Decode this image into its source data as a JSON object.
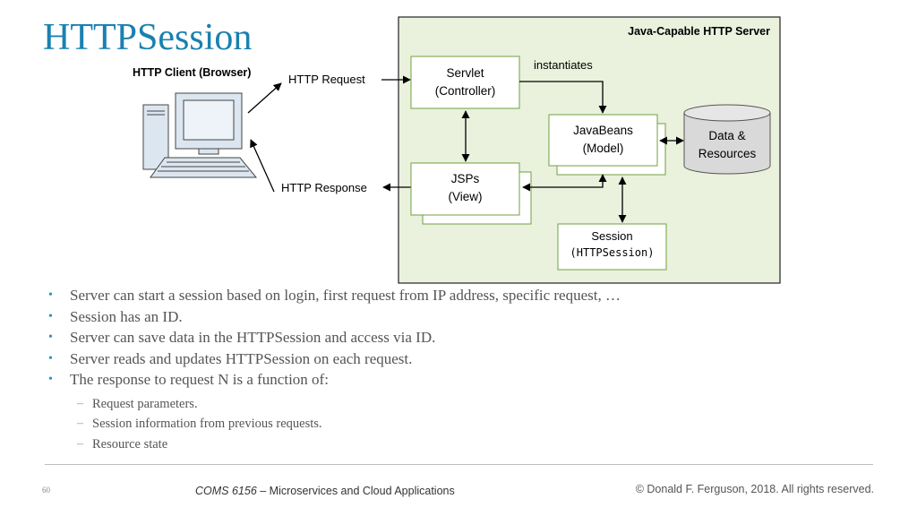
{
  "title": "HTTPSession",
  "diagram": {
    "server_label": "Java-Capable HTTP Server",
    "client_label": "HTTP Client (Browser)",
    "http_request": "HTTP Request",
    "http_response": "HTTP Response",
    "instantiates": "instantiates",
    "servlet": {
      "line1": "Servlet",
      "line2": "(Controller)"
    },
    "jsps": {
      "line1": "JSPs",
      "line2": "(View)"
    },
    "javabeans": {
      "line1": "JavaBeans",
      "line2": "(Model)"
    },
    "data": {
      "line1": "Data &",
      "line2": "Resources"
    },
    "session": {
      "line1": "Session",
      "line2": "(HTTPSession)"
    },
    "colors": {
      "server_fill": "#eaf1dd",
      "box_border": "#70a040",
      "cylinder_fill": "#d9d9d9",
      "title": "#1a80b0"
    }
  },
  "bullets": [
    "Server can start a session based on login, first request from IP address, specific request, …",
    "Session has an ID.",
    "Server can save data in the HTTPSession and access via ID.",
    "Server reads and updates HTTPSession on each request.",
    "The response to request N is a function of:"
  ],
  "sub_bullets": [
    "Request parameters.",
    "Session information from previous requests.",
    "Resource state"
  ],
  "footer": {
    "page_number": "60",
    "course_code": "COMS 6156",
    "course_rest": " – Microservices and Cloud Applications",
    "copyright": "© Donald F. Ferguson, 2018. All rights reserved."
  }
}
